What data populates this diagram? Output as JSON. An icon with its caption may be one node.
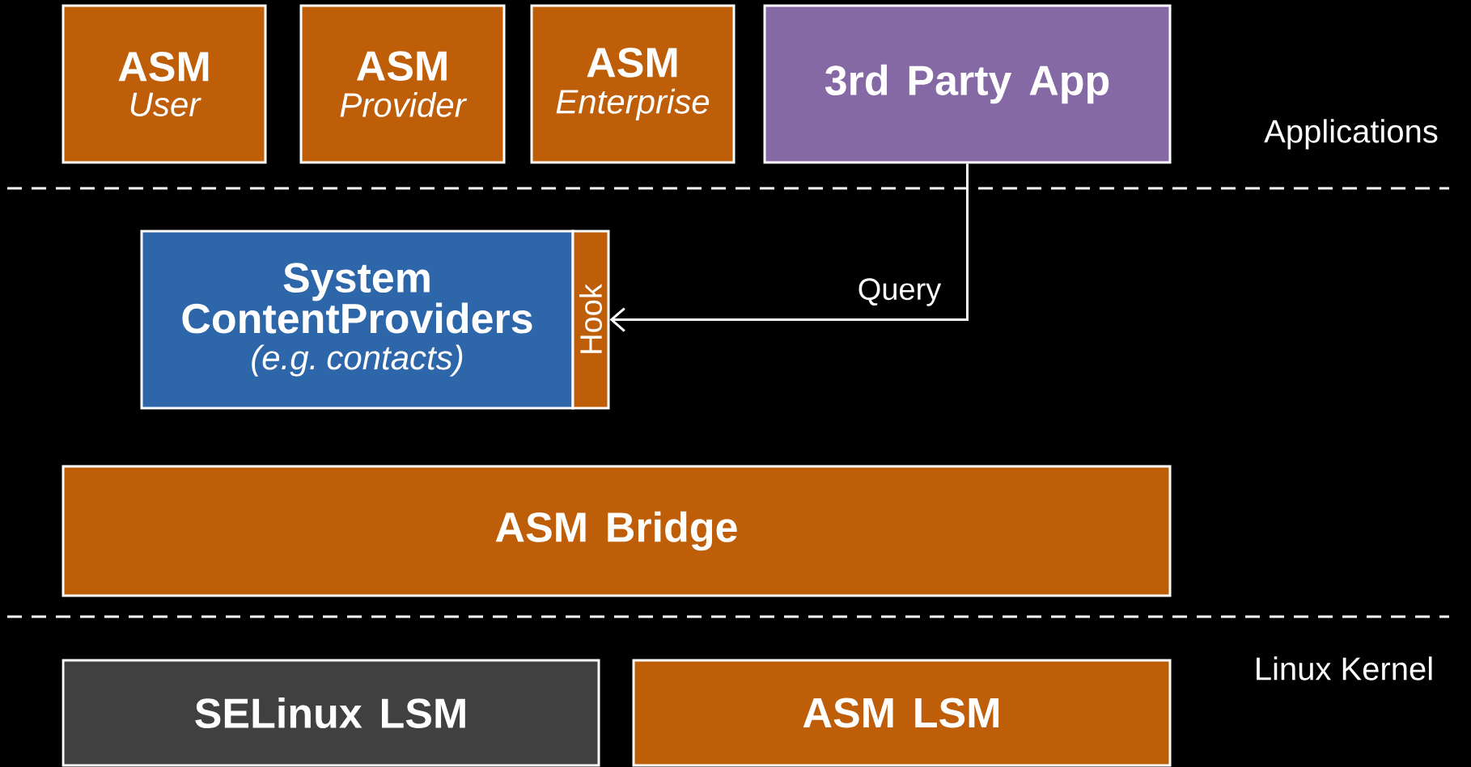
{
  "diagram": {
    "nodes": [
      {
        "text": [
          "ASM",
          "User"
        ]
      },
      {
        "text": [
          "ASM",
          "Provider"
        ]
      },
      {
        "text": [
          "ASM",
          "Enterprise"
        ]
      },
      {
        "text": [
          "3rd Party App"
        ]
      },
      {
        "text": [
          "System ContentProviders",
          "(e.g. contacts)"
        ]
      },
      {
        "text": [
          "Hook"
        ]
      },
      {
        "text": [
          "ASM Bridge"
        ]
      },
      {
        "text": [
          "SELinux LSM"
        ]
      },
      {
        "text": [
          "ASM LSM"
        ]
      }
    ],
    "edges": [
      {
        "from": 3,
        "to": 5,
        "arrow": "to",
        "label": "Query"
      }
    ],
    "labels": [
      "Applications",
      "Linux Kernel"
    ]
  }
}
